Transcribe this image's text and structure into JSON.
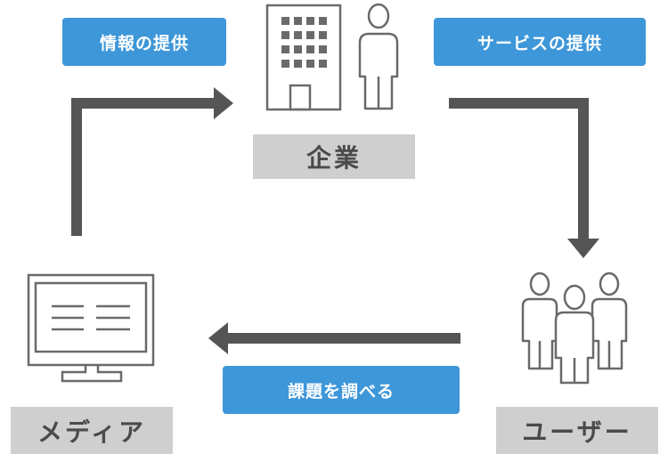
{
  "nodes": {
    "company": "企業",
    "media": "メディア",
    "users": "ユーザー"
  },
  "flows": {
    "info": "情報の提供",
    "service": "サービスの提供",
    "research": "課題を調べる"
  },
  "colors": {
    "badge": "#3d97d9",
    "arrow": "#555555",
    "node_label_bg": "#cfcfcf",
    "icon_stroke": "#6a6a6a"
  }
}
